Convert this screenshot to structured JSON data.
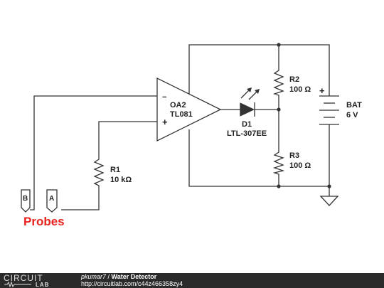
{
  "components": {
    "opamp": {
      "ref": "OA2",
      "part": "TL081",
      "minus": "−",
      "plus": "+"
    },
    "led": {
      "ref": "D1",
      "part": "LTL-307EE"
    },
    "r1": {
      "ref": "R1",
      "value": "10 kΩ"
    },
    "r2": {
      "ref": "R2",
      "value": "100 Ω"
    },
    "r3": {
      "ref": "R3",
      "value": "100 Ω"
    },
    "battery": {
      "ref": "BAT",
      "value": "6 V",
      "plus": "+"
    }
  },
  "probes": {
    "label": "Probes",
    "a": "A",
    "b": "B",
    "color": "#e8231f"
  },
  "footer": {
    "logo_top": "CIRCUIT",
    "logo_bottom": "LAB",
    "author": "pkumar7",
    "separator": " / ",
    "title": "Water Detector",
    "url": "http://circuitlab.com/c44z466358zy4"
  },
  "colors": {
    "wire": "#333333",
    "background": "#ffffff",
    "footer_bg": "#2b2b2b"
  }
}
